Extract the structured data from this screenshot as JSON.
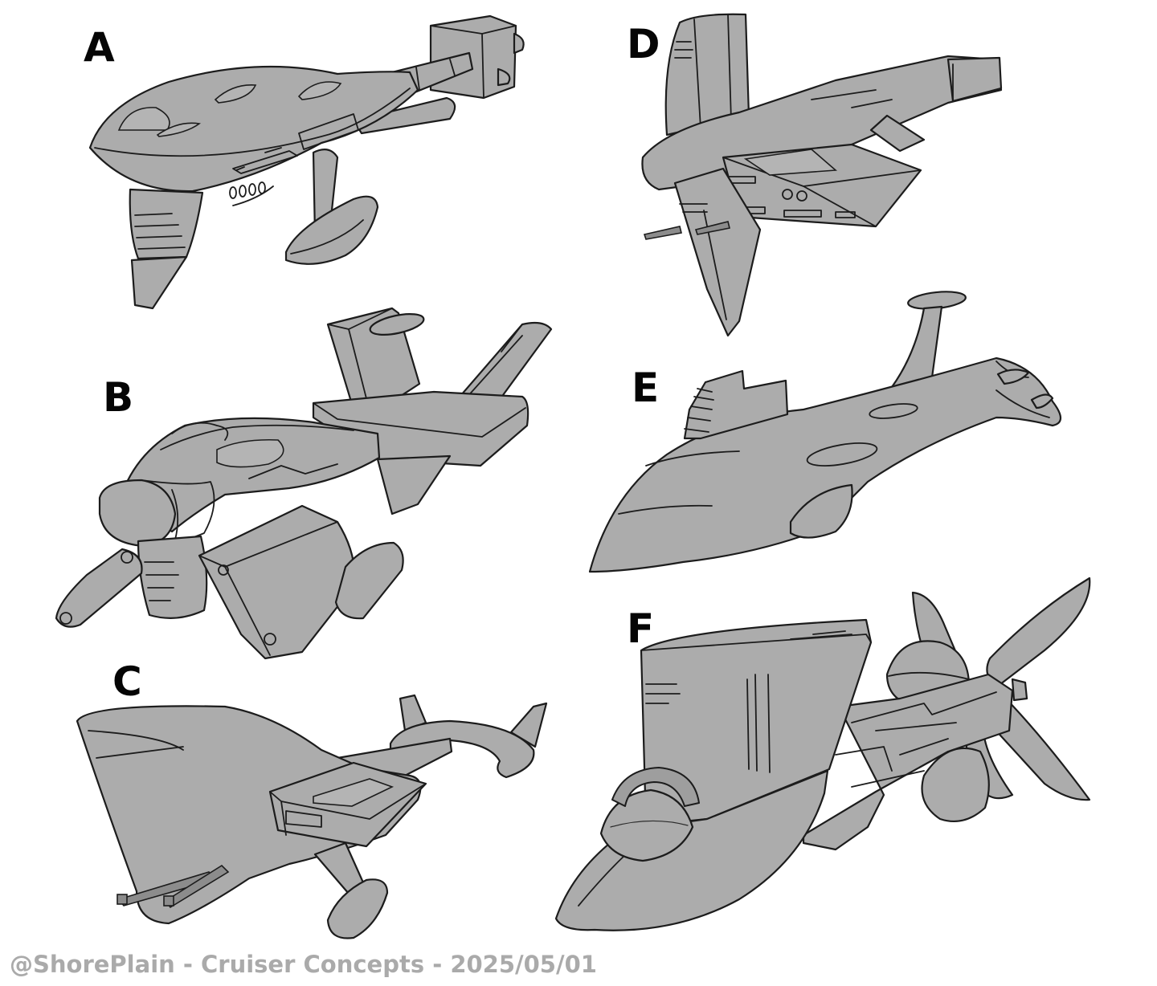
{
  "sheet": {
    "concepts": [
      {
        "id": "concept-a",
        "label": "A"
      },
      {
        "id": "concept-b",
        "label": "B"
      },
      {
        "id": "concept-c",
        "label": "C"
      },
      {
        "id": "concept-d",
        "label": "D"
      },
      {
        "id": "concept-e",
        "label": "E"
      },
      {
        "id": "concept-f",
        "label": "F"
      }
    ],
    "caption": "@ShorePlain - Cruiser Concepts - 2025/05/01"
  },
  "colors": {
    "hull_fill": "#acacac",
    "line": "#1c1c1c",
    "caption_text": "#aaaaaa",
    "background": "#ffffff"
  }
}
